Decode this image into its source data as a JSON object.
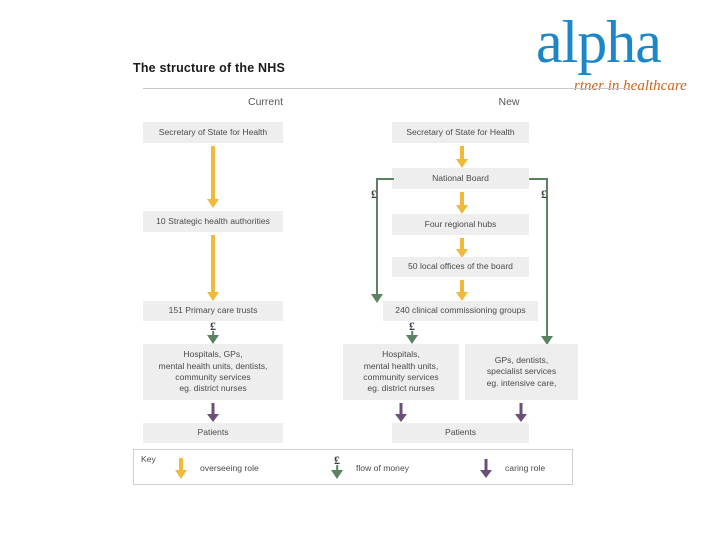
{
  "logo": {
    "brand": "alpha",
    "tagline": "rtner in healthcare",
    "brand_color": "#1b87c9",
    "tagline_color": "#c8651c"
  },
  "title": "The structure of the NHS",
  "columns": {
    "current_label": "Current",
    "new_label": "New"
  },
  "colors": {
    "overseeing": "#f0b93b",
    "money": "#5c8361",
    "caring": "#6c4f78",
    "box_fill": "#eeeeee",
    "text": "#4a4a4a"
  },
  "current": {
    "secretary": "Secretary of State for Health",
    "strategic_authorities": "10 Strategic health authorities",
    "primary_care_trusts": "151 Primary care trusts",
    "providers": "Hospitals, GPs,\nmental health units, dentists,\ncommunity services\neg. district nurses",
    "patients": "Patients"
  },
  "new": {
    "secretary": "Secretary of State for Health",
    "national_board": "National Board",
    "regional_hubs": "Four regional hubs",
    "local_offices": "50 local offices of the board",
    "commissioning_groups": "240 clinical commissioning groups",
    "providers_left": "Hospitals,\nmental health units,\ncommunity services\neg. district nurses",
    "providers_right": "GPs, dentists,\nspecialist services\neg. intensive care,",
    "patients": "Patients"
  },
  "money_symbol": "£",
  "key": {
    "label": "Key",
    "items": [
      {
        "text": "overseeing role",
        "color": "#f0b93b",
        "glyph": "arrow-down-yellow"
      },
      {
        "text": "flow of money",
        "color": "#5c8361",
        "glyph": "arrow-down-green-pound"
      },
      {
        "text": "caring role",
        "color": "#6c4f78",
        "glyph": "arrow-down-purple"
      }
    ]
  }
}
